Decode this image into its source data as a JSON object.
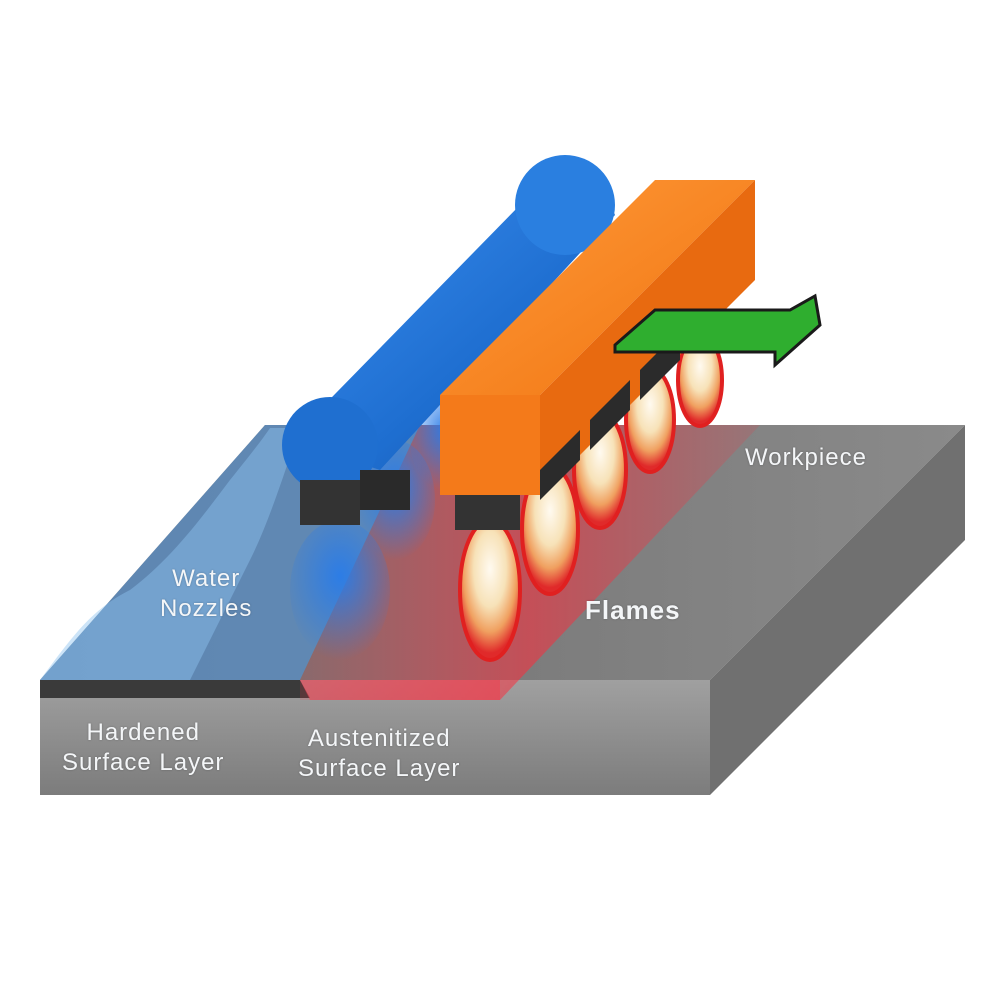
{
  "labels": {
    "workpiece": "Workpiece",
    "water_nozzles": [
      "Water",
      "Nozzles"
    ],
    "flames": "Flames",
    "hardened_layer": [
      "Hardened",
      "Surface Layer"
    ],
    "austenitized_layer": [
      "Austenitized",
      "Surface Layer"
    ]
  },
  "colors": {
    "workpiece_top": "#7d7d7d",
    "workpiece_front": "#8e8e8e",
    "workpiece_side": "#6f6f6f",
    "water_manifold": "#1f6fd0",
    "flame_manifold": "#f47a1a",
    "direction_arrow": "#2fae2f",
    "flame_glow": "#e83030",
    "water_spray": "#2f7fe8"
  },
  "icons": {
    "direction": "right-arrow-icon"
  }
}
